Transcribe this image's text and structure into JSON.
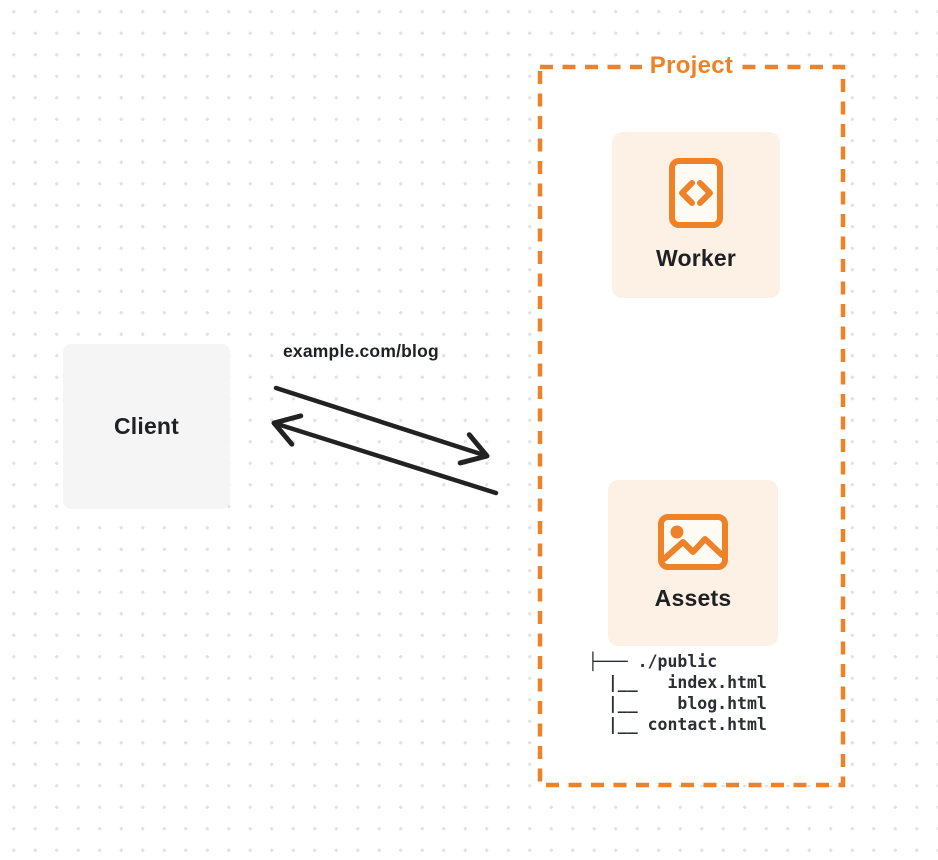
{
  "colors": {
    "accent_orange": "#ee8229",
    "card_cream": "#fcf1e4",
    "client_gray": "#f5f5f6",
    "text_dark": "#1e2023",
    "arrow_black": "#222222",
    "dot_grid": "#e3e3e6"
  },
  "project": {
    "label": "Project"
  },
  "client": {
    "label": "Client"
  },
  "request": {
    "label": "example.com/blog"
  },
  "worker": {
    "label": "Worker",
    "icon": "code-document-icon"
  },
  "assets": {
    "label": "Assets",
    "icon": "image-icon",
    "file_tree": [
      "├─── ./public",
      "  |__   index.html",
      "  |__    blog.html",
      "  |__ contact.html"
    ]
  }
}
